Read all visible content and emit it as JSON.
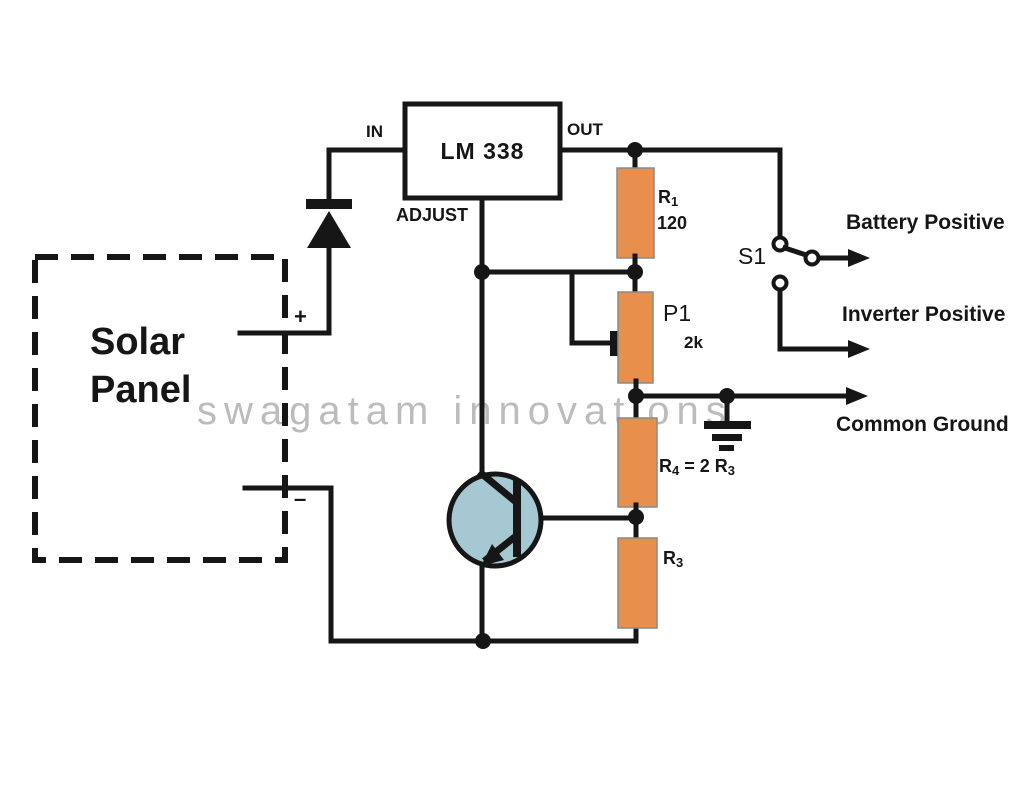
{
  "watermark": "swagatam innovations",
  "regulator": {
    "label": "LM 338",
    "pin_in": "IN",
    "pin_out": "OUT",
    "pin_adjust": "ADJUST"
  },
  "solar_panel": {
    "line1": "Solar",
    "line2": "Panel",
    "plus": "+",
    "minus": "–"
  },
  "resistors": {
    "r1": {
      "prefix": "R",
      "sub": "1",
      "value": "120"
    },
    "p1": {
      "label": "P1",
      "value": "2k"
    },
    "r4": {
      "prefix": "R",
      "sub": "4",
      "mid": " = 2 R",
      "sub2": "3"
    },
    "r3": {
      "prefix": "R",
      "sub": "3"
    }
  },
  "switch_s1": {
    "label": "S1",
    "throw_top": "Battery Positive",
    "throw_bottom": "Inverter Positive"
  },
  "ground": {
    "label": "Common Ground"
  },
  "colors": {
    "wire": "#161616",
    "resistor_fill": "#e88f4d",
    "resistor_stroke": "#8a8a8a",
    "transistor_fill": "#a6c8d2",
    "watermark": "#b5b5b5"
  }
}
